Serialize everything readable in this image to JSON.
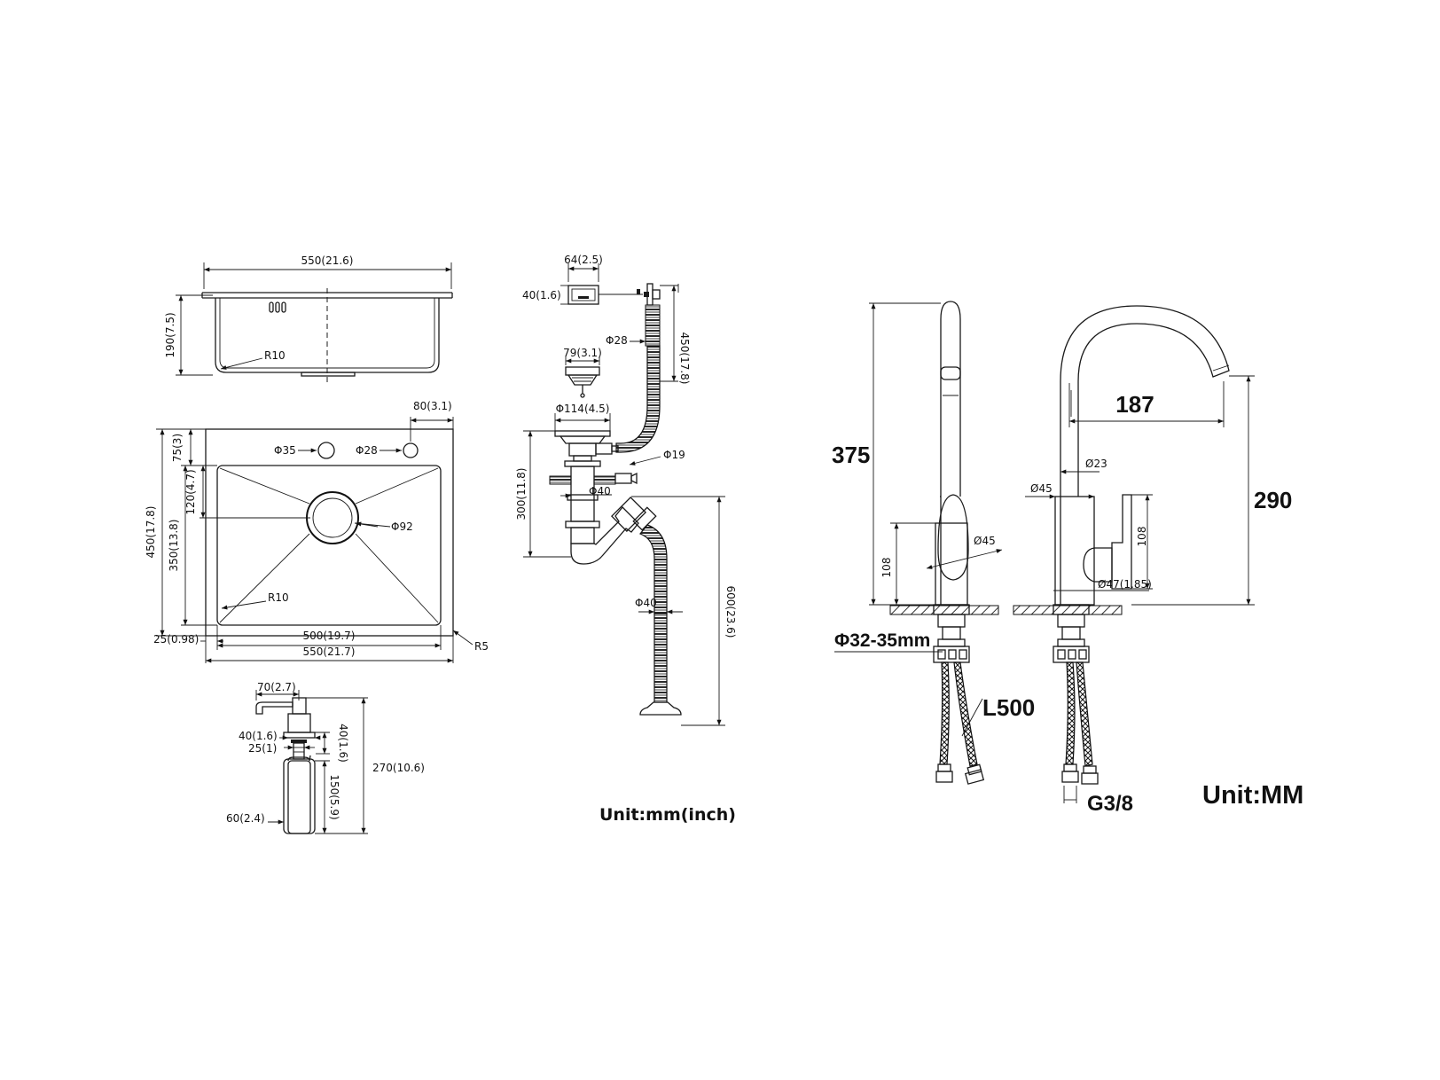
{
  "sink_side_view": {
    "width_label": "550(21.6)",
    "height_label": "190(7.5)",
    "radius_label": "R10"
  },
  "sink_top_view": {
    "hole_offset_label": "80(3.1)",
    "faucet_hole_label": "Φ35",
    "dispenser_hole_label": "Φ28",
    "top_margin_label": "75(3)",
    "drain_offset_label": "120(4.7)",
    "overall_depth_label": "450(17.8)",
    "bowl_depth_label": "350(13.8)",
    "drain_diameter_label": "Φ92",
    "corner_radius_label": "R10",
    "side_margin_label": "25(0.98)",
    "bowl_width_label": "500(19.7)",
    "overall_width_label": "550(21.7)",
    "edge_radius_label": "R5"
  },
  "drain_kit": {
    "overflow_width_label": "64(2.5)",
    "overflow_height_label": "40(1.6)",
    "hose_diameter_label": "Φ28",
    "hose_length_label": "450(17.8)",
    "basket_diameter_label": "79(3.1)",
    "flange_diameter_label": "Φ114(4.5)",
    "inlet_diameter_label": "Φ19",
    "pipe_diameter_label": "Φ40",
    "trap_height_label": "300(11.8)",
    "drain_hose_diameter_label": "Φ40",
    "drain_hose_length_label": "600(23.6)"
  },
  "soap_dispenser": {
    "spout_reach_label": "70(2.7)",
    "collar_diameter_label": "40(1.6)",
    "shank_diameter_label": "25(1)",
    "collar_height_label": "40(1.6)",
    "bottle_height_label": "150(5.9)",
    "overall_height_label": "270(10.6)",
    "bottle_diameter_label": "60(2.4)"
  },
  "faucet_front": {
    "height_label": "375",
    "body_height_label": "108",
    "body_diameter_label": "Ø45",
    "hole_range_label": "Φ32-35mm",
    "hose_length_label": "L500"
  },
  "faucet_side": {
    "reach_label": "187",
    "spout_height_label": "290",
    "spout_diameter_label": "Ø23",
    "body_diameter_label": "Ø45",
    "body_height_label": "108",
    "base_diameter_label": "Ø47(1.85)",
    "thread_label": "G3/8"
  },
  "units": {
    "left_unit_label": "Unit:mm(inch)",
    "right_unit_label": "Unit:MM"
  }
}
